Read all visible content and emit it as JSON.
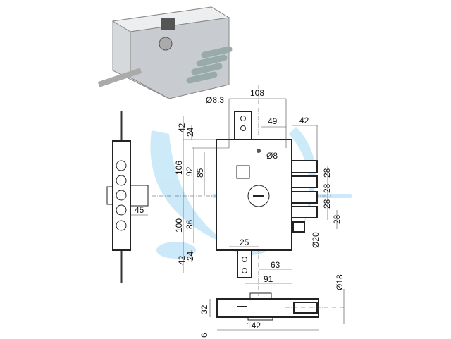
{
  "drawing": {
    "front_view": {
      "dimensions": {
        "width_top": "108",
        "hole_dia": "Ø8.3",
        "offset_49": "49",
        "bolt_length": "42",
        "tab_top_42": "42",
        "tab_top_24": "24",
        "h_106": "106",
        "h_92": "92",
        "h_85": "85",
        "h_100": "100",
        "h_86": "86",
        "tab_bottom_42": "42",
        "tab_bottom_24": "24",
        "pin_dia": "Ø8",
        "spacing_25": "25",
        "bolt_pitch_1": "28",
        "bolt_pitch_2": "28",
        "bolt_pitch_3": "28",
        "bolt_pitch_4": "28",
        "bolt_dia": "Ø20",
        "offset_63": "63",
        "offset_91": "91"
      }
    },
    "side_view": {
      "dimensions": {
        "bolt_projection": "45"
      }
    },
    "bottom_view": {
      "dimensions": {
        "thickness": "32",
        "length": "142",
        "plate": "6",
        "bolt_dia": "Ø18"
      }
    },
    "colors": {
      "watermark": "#bfe3f7",
      "lock_metal": "#d6d9dc"
    }
  }
}
